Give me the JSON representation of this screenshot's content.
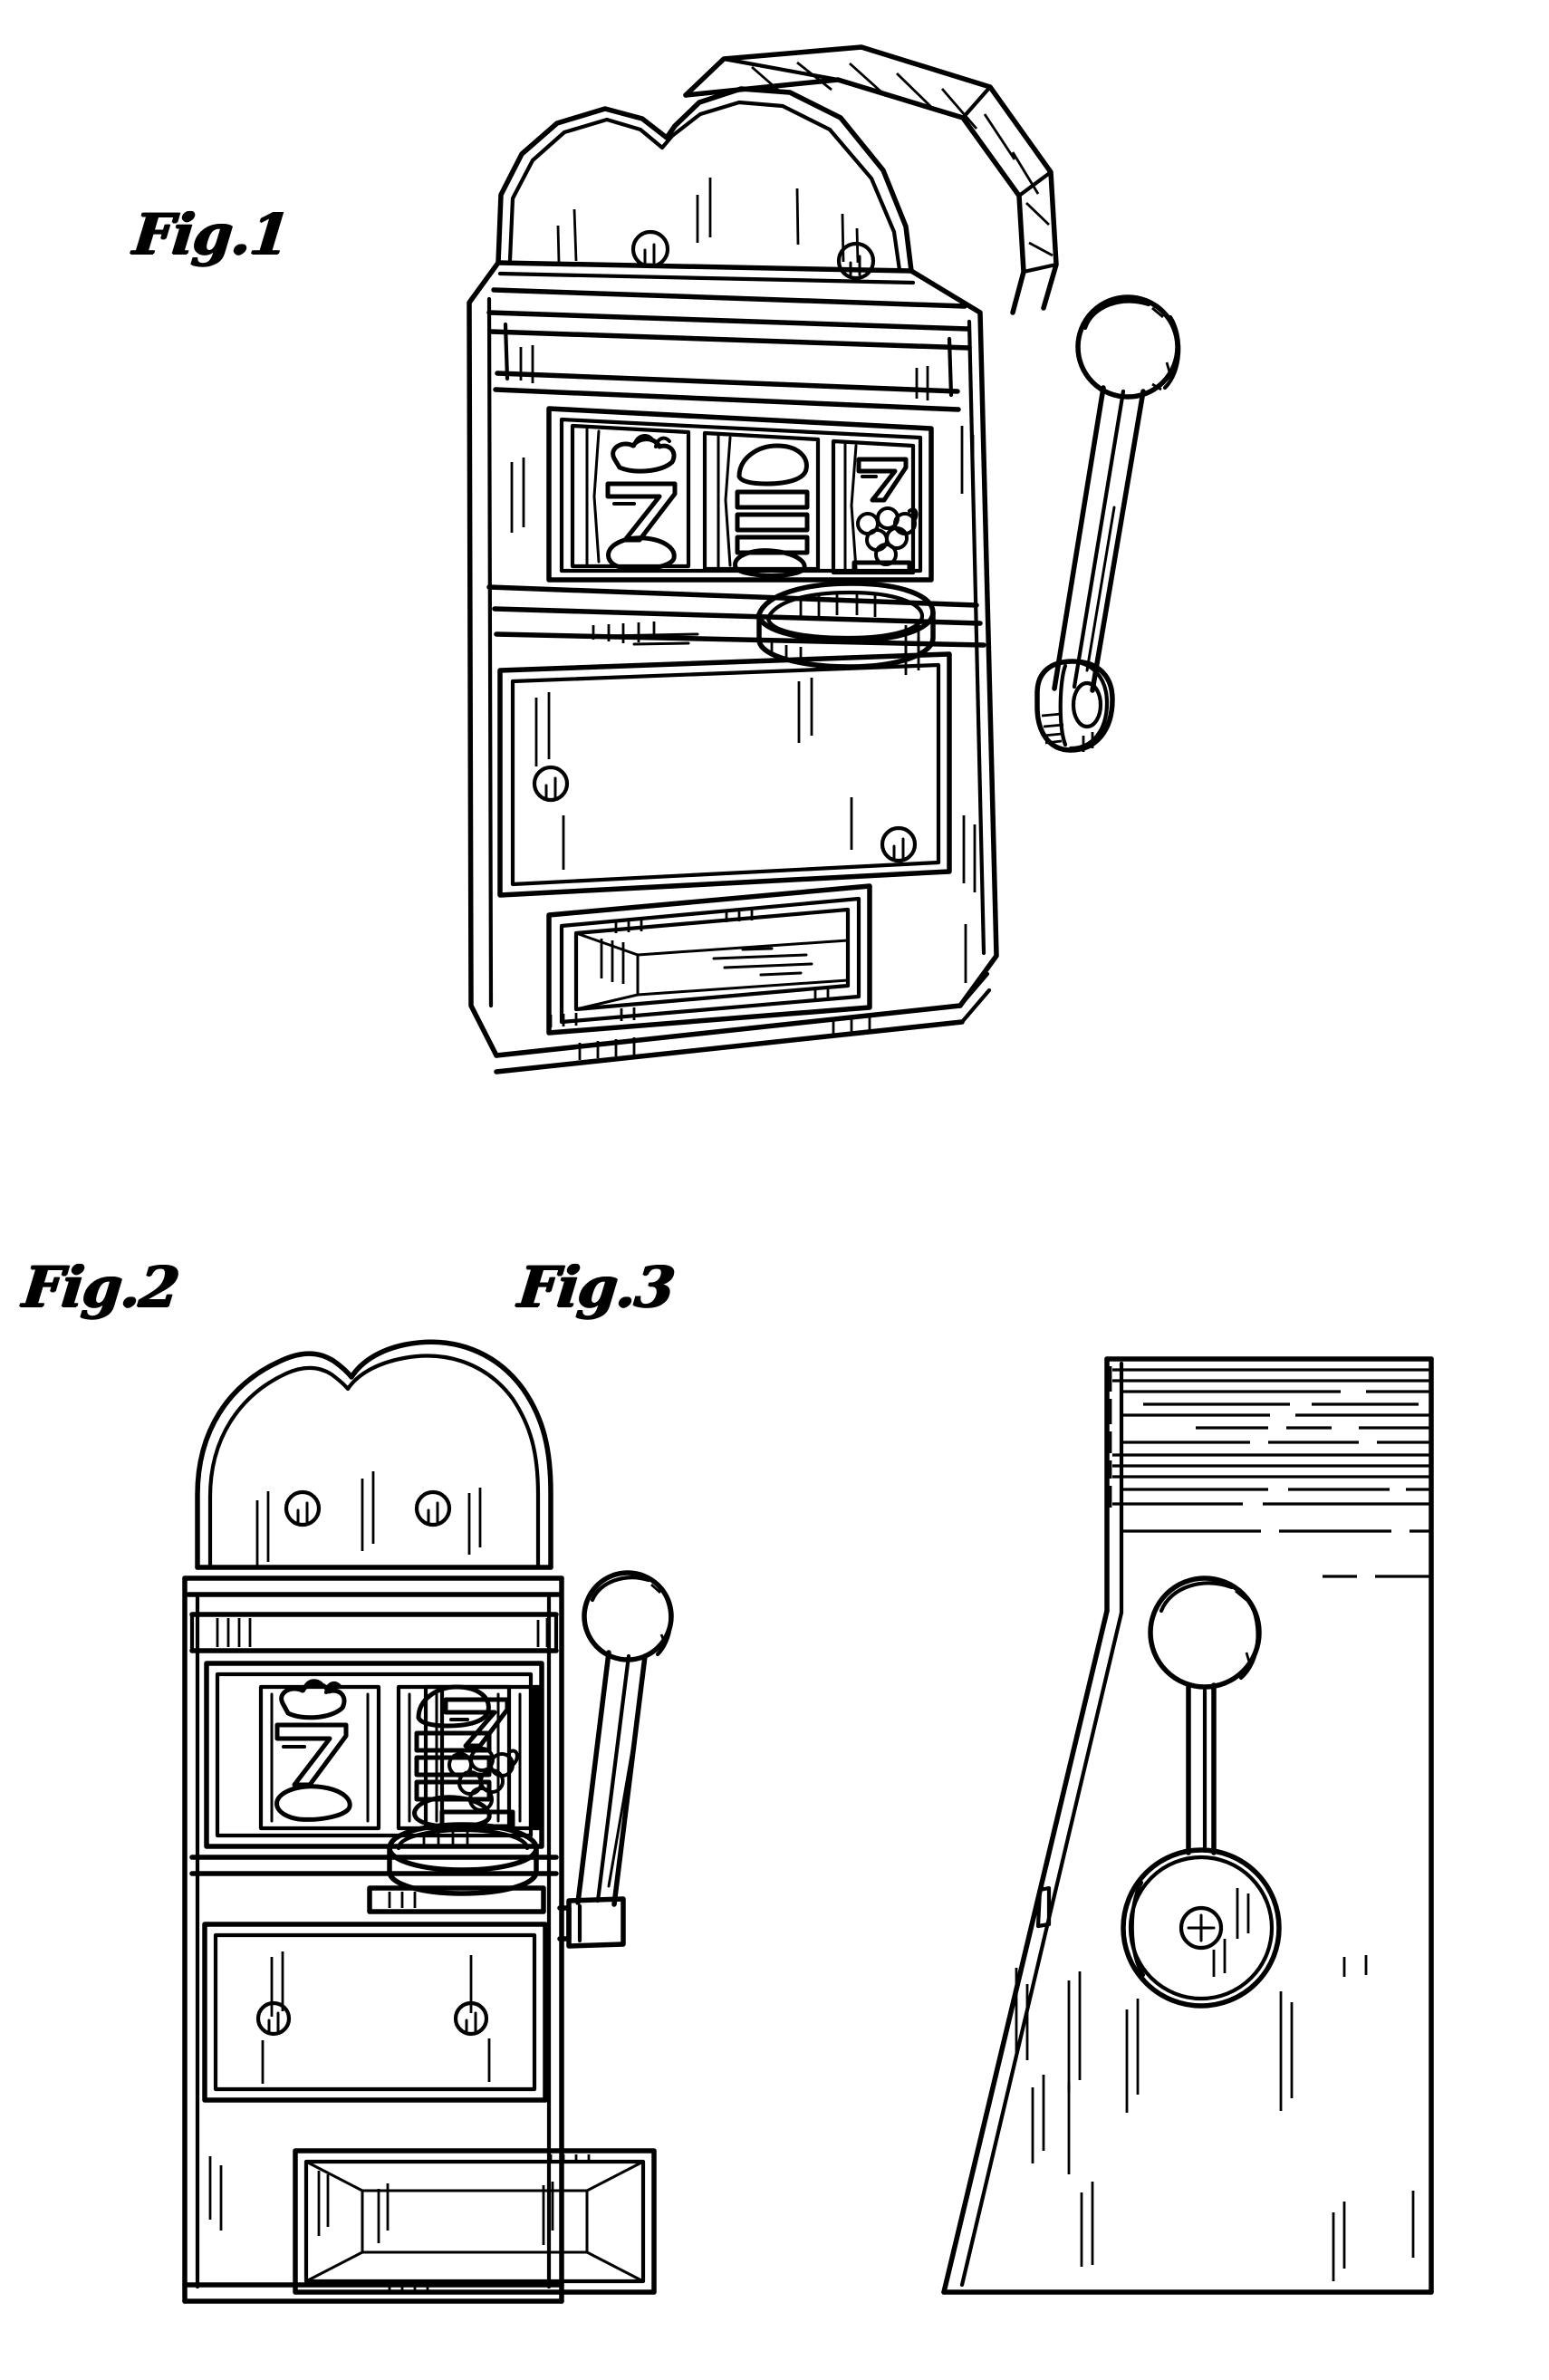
{
  "document": {
    "kind": "patent-design-drawing",
    "background_color": "#ffffff",
    "ink_color": "#000000",
    "sheet_width": 1710,
    "sheet_height": 2627
  },
  "figures": [
    {
      "id": "fig1",
      "label": "Fig.1",
      "view": "perspective front three-quarter view",
      "subject": "slot machine cabinet",
      "parts": [
        "scalloped arched top canopy",
        "decorative header panel",
        "three reel viewing windows",
        "coin entry dish",
        "front service door",
        "payout tray opening",
        "side mounted handle lever with spherical knob",
        "lever pivot hub"
      ]
    },
    {
      "id": "fig2",
      "label": "Fig.2",
      "view": "front elevation view",
      "subject": "slot machine cabinet",
      "parts": [
        "scalloped arched top canopy",
        "decorative header band",
        "three reel viewing windows",
        "coin entry dish",
        "front service door",
        "payout tray opening",
        "handle lever with spherical knob"
      ]
    },
    {
      "id": "fig3",
      "label": "Fig.3",
      "view": "side elevation view",
      "subject": "slot machine cabinet",
      "parts": [
        "hatched upper cabinet shading",
        "tapered side wall profile",
        "handle lever shaft",
        "lever pivot hub with center screw"
      ]
    }
  ],
  "reel_symbols": {
    "reel_1": [
      "cherries",
      "seven",
      "lemon"
    ],
    "reel_2": [
      "bell",
      "triple-bar",
      "lemon"
    ],
    "reel_3": [
      "seven",
      "grapes",
      "triple-bar"
    ]
  }
}
